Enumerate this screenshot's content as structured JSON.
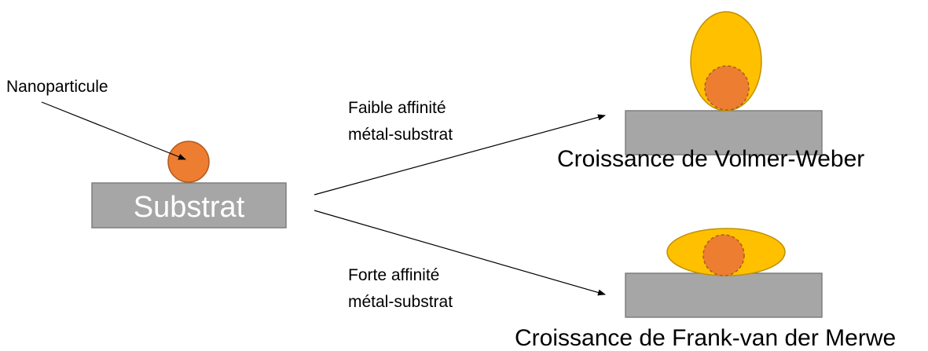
{
  "colors": {
    "substrate_fill": "#A6A6A6",
    "substrate_stroke": "#7F7F7F",
    "nanoparticle_fill": "#ED7D31",
    "nanoparticle_stroke": "#AE5A21",
    "growth_fill": "#FFC000",
    "growth_stroke": "#BF9000",
    "line": "#000000"
  },
  "labels": {
    "nanoparticle": "Nanoparticule",
    "substrate": "Substrat",
    "weak_affinity_line1": "Faible affinité",
    "weak_affinity_line2": "métal-substrat",
    "strong_affinity_line1": "Forte affinité",
    "strong_affinity_line2": "métal-substrat",
    "volmer_weber": "Croissance de Volmer-Weber",
    "frank_van_der_merwe": "Croissance de Frank-van der Merwe"
  }
}
